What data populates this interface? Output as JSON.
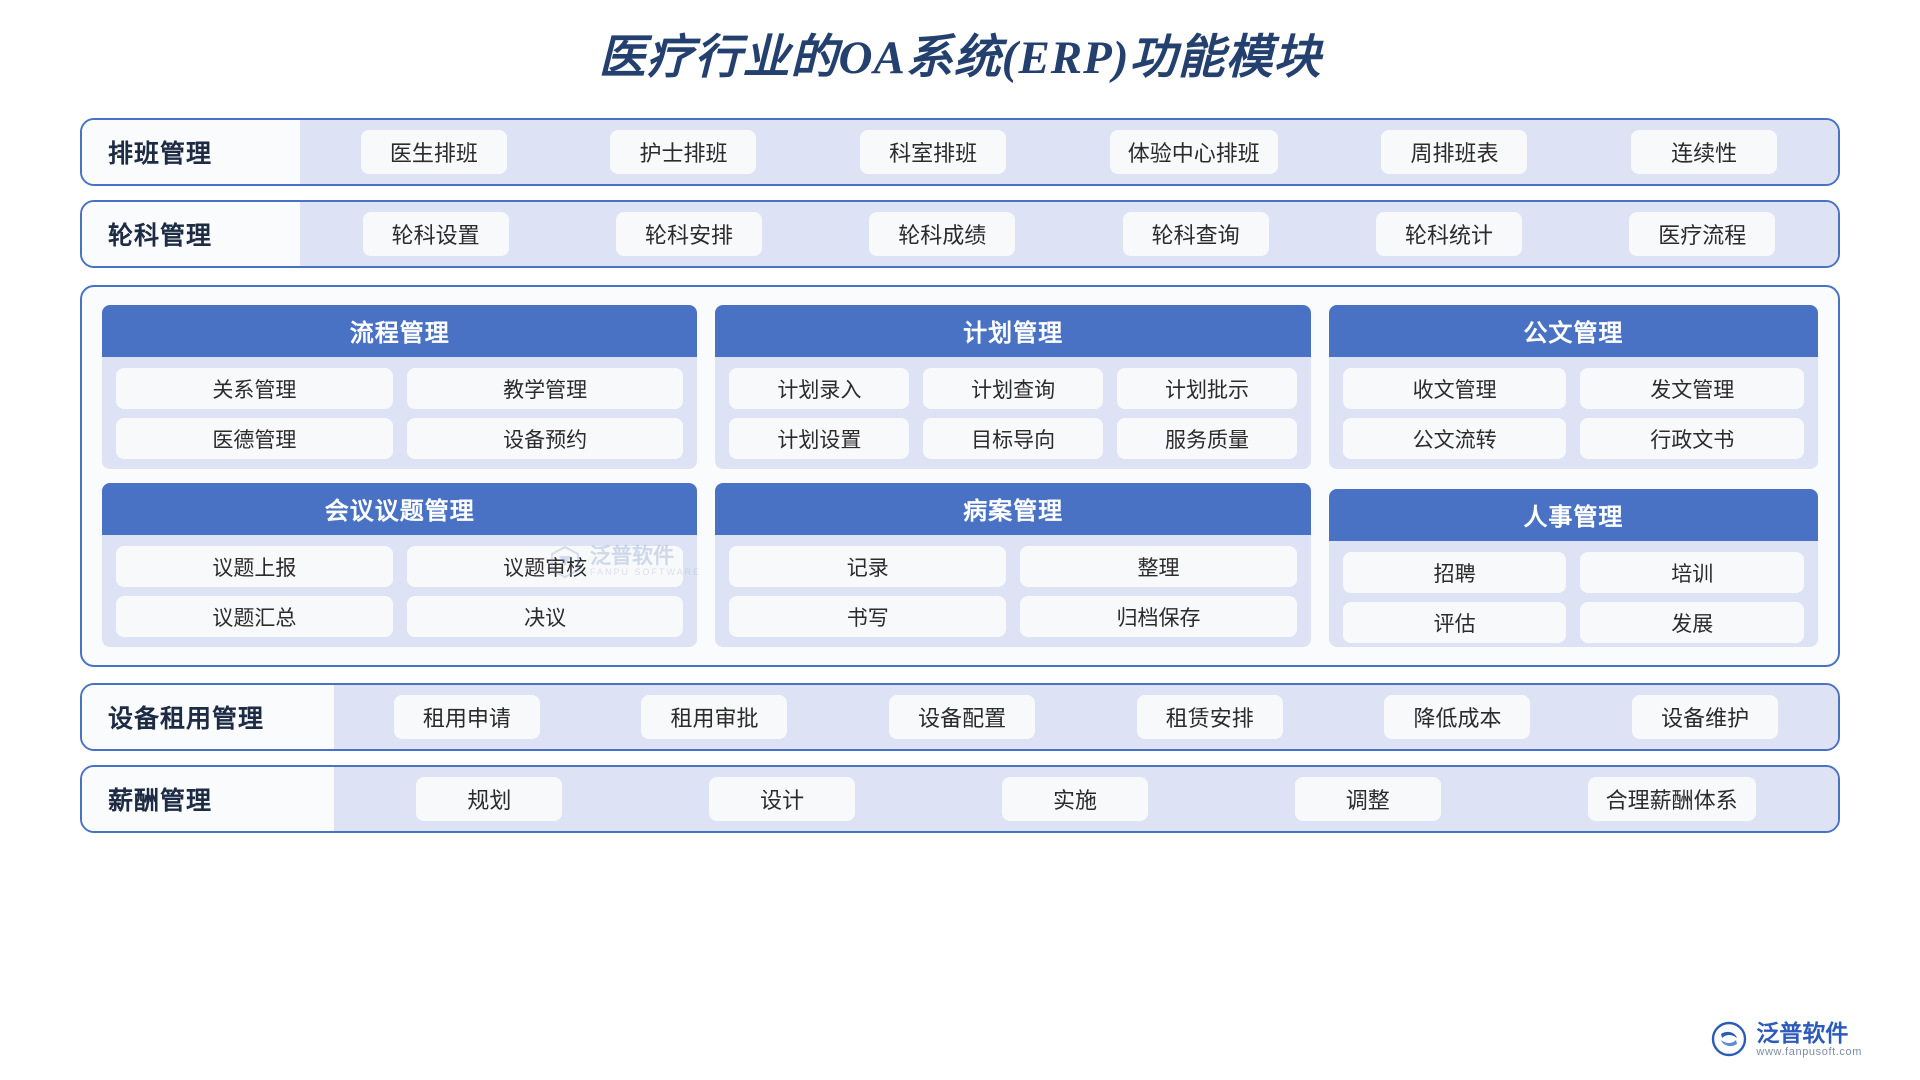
{
  "title": "医疗行业的OA系统(ERP)功能模块",
  "colors": {
    "accent": "#4a72c4",
    "title": "#23406e",
    "panel_fill": "#dde3f4",
    "chip_fill": "#f8f9fa",
    "card_bg": "#fafbfc"
  },
  "bands": {
    "schedule": {
      "label": "排班管理",
      "items": [
        "医生排班",
        "护士排班",
        "科室排班",
        "体验中心排班",
        "周排班表",
        "连续性"
      ]
    },
    "rotation": {
      "label": "轮科管理",
      "items": [
        "轮科设置",
        "轮科安排",
        "轮科成绩",
        "轮科查询",
        "轮科统计",
        "医疗流程"
      ]
    },
    "equipment": {
      "label": "设备租用管理",
      "items": [
        "租用申请",
        "租用审批",
        "设备配置",
        "租赁安排",
        "降低成本",
        "设备维护"
      ]
    },
    "salary": {
      "label": "薪酬管理",
      "items": [
        "规划",
        "设计",
        "实施",
        "调整",
        "合理薪酬体系"
      ]
    }
  },
  "cards": [
    {
      "title": "流程管理",
      "columns": 2,
      "items": [
        "关系管理",
        "教学管理",
        "医德管理",
        "设备预约"
      ]
    },
    {
      "title": "计划管理",
      "columns": 3,
      "items": [
        "计划录入",
        "计划查询",
        "计划批示",
        "计划设置",
        "目标导向",
        "服务质量"
      ]
    },
    {
      "title": "公文管理",
      "columns": 2,
      "items": [
        "收文管理",
        "发文管理",
        "公文流转",
        "行政文书"
      ]
    },
    {
      "title": "会议议题管理",
      "columns": 2,
      "items": [
        "议题上报",
        "议题审核",
        "议题汇总",
        "决议"
      ]
    },
    {
      "title": "病案管理",
      "columns": 2,
      "items": [
        "记录",
        "整理",
        "书写",
        "归档保存"
      ]
    },
    {
      "title": "人事管理",
      "columns": 2,
      "items": [
        "招聘",
        "培训",
        "评估",
        "发展"
      ]
    }
  ],
  "watermark": {
    "cn": "泛普软件",
    "en": "FANPU SOFTWARE"
  },
  "brand": {
    "cn": "泛普软件",
    "en": "www.fanpusoft.com"
  }
}
